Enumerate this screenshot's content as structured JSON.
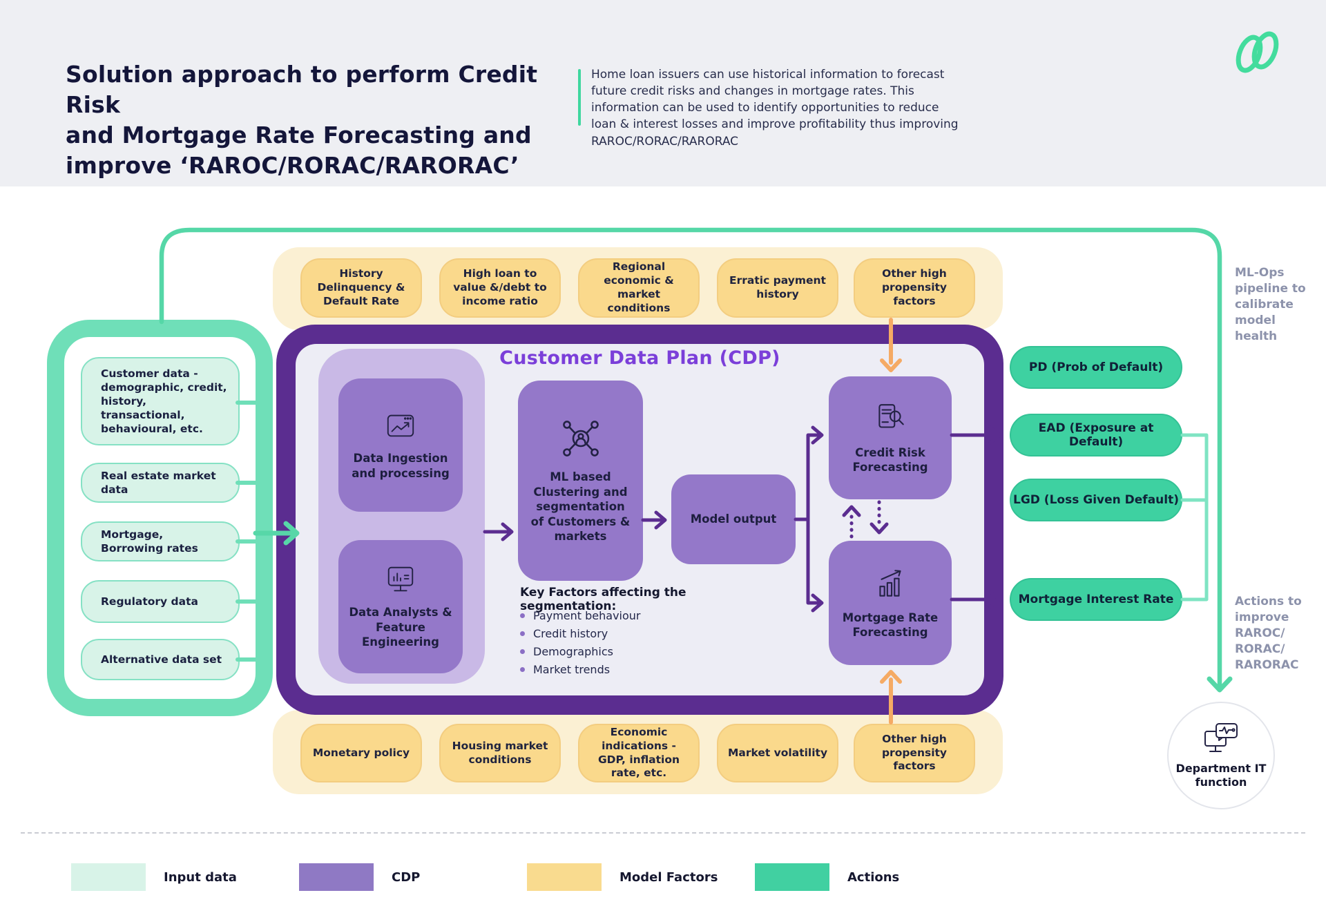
{
  "header": {
    "title_lines": [
      "Solution approach to perform Credit Risk",
      "and Mortgage Rate Forecasting and",
      "improve ‘RAROC/RORAC/RARORAC’"
    ],
    "description": "Home loan issuers can use historical information to forecast future credit risks and changes in mortgage rates. This information can be used to identify opportunities to reduce loan & interest losses and improve profitability thus improving RAROC/RORAC/RARORAC"
  },
  "input_panel": {
    "items": [
      "Customer data - demographic, credit, history, transactional, behavioural, etc.",
      "Real estate market data",
      "Mortgage, Borrowing rates",
      "Regulatory data",
      "Alternative data set"
    ]
  },
  "top_factors": [
    "History Delinquency & Default Rate",
    "High loan to value &/debt to income ratio",
    "Regional economic & market conditions",
    "Erratic payment history",
    "Other high propensity factors"
  ],
  "bottom_factors": [
    "Monetary policy",
    "Housing market conditions",
    "Economic indications - GDP, inflation rate, etc.",
    "Market volatility",
    "Other high propensity factors"
  ],
  "cdp": {
    "title": "Customer Data Plan (CDP)",
    "ingestion": "Data Ingestion and processing",
    "analysts": "Data Analysts & Feature Engineering",
    "ml_clustering": "ML based Clustering and segmentation of Customers & markets",
    "model_output": "Model output",
    "credit_risk": "Credit Risk Forecasting",
    "mortgage_rate": "Mortgage Rate Forecasting",
    "key_factors_heading": "Key Factors affecting the segmentation:",
    "key_factors": [
      "Payment behaviour",
      "Credit history",
      "Demographics",
      "Market trends"
    ]
  },
  "outputs": [
    "PD (Prob of Default)",
    "EAD (Exposure at Default)",
    "LGD (Loss Given Default)",
    "Mortgage Interest Rate"
  ],
  "annotations": {
    "mlops": "ML-Ops pipeline to calibrate model health",
    "actions": "Actions to improve RAROC/ RORAC/ RARORAC",
    "dept_it": "Department IT function"
  },
  "legend": [
    {
      "label": "Input data",
      "color": "#D8F3E8"
    },
    {
      "label": "CDP",
      "color": "#8F79C4"
    },
    {
      "label": "Model Factors",
      "color": "#F9DB8F"
    },
    {
      "label": "Actions",
      "color": "#41D0A1"
    }
  ],
  "colors": {
    "accent_green": "#55D7A7",
    "panel_border_green": "#6FDFB8",
    "cdp_purple": "#5B2D90",
    "box_purple": "#9478C9",
    "factor_yellow": "#FAD98C",
    "pill_green": "#3ED1A1",
    "orange": "#F5AA64",
    "note_gray": "#8C92AB"
  }
}
